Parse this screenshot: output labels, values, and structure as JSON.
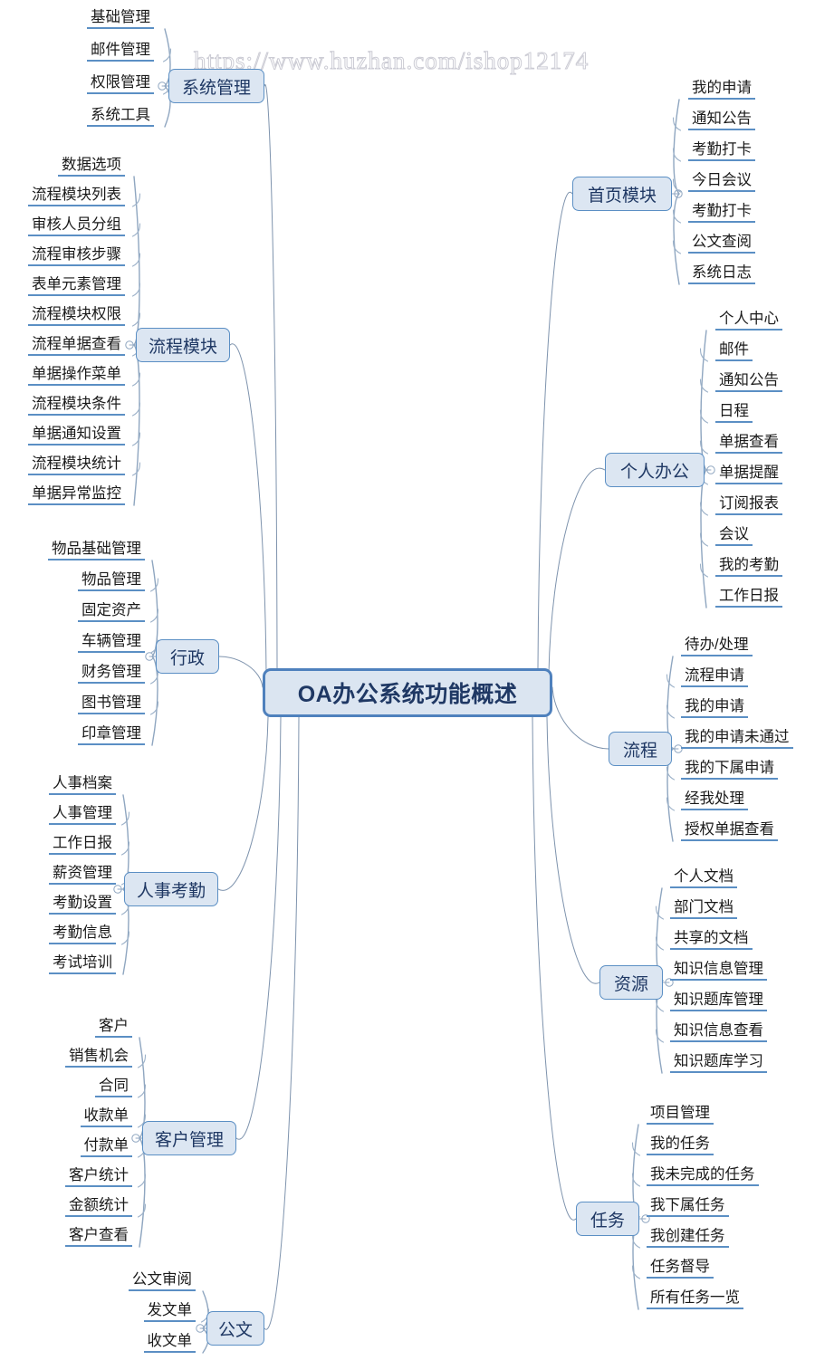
{
  "watermark": "https://www.huzhan.com/ishop12174",
  "center": {
    "label": "OA办公系统功能概述"
  },
  "colors": {
    "node_fill": "#dce6f2",
    "node_border": "#5b8fc4",
    "center_fill": "#dbe5f1",
    "center_border": "#4f81bd",
    "text": "#1f3864",
    "leaf_underline": "#5b8fc4",
    "connector": "#6f86a6",
    "background": "#ffffff"
  },
  "branches": [
    {
      "id": "system-management",
      "label": "系统管理",
      "side": "left",
      "items": [
        "基础管理",
        "邮件管理",
        "权限管理",
        "系统工具"
      ]
    },
    {
      "id": "process-module",
      "label": "流程模块",
      "side": "left",
      "items": [
        "数据选项",
        "流程模块列表",
        "审核人员分组",
        "流程审核步骤",
        "表单元素管理",
        "流程模块权限",
        "流程单据查看",
        "单据操作菜单",
        "流程模块条件",
        "单据通知设置",
        "流程模块统计",
        "单据异常监控"
      ]
    },
    {
      "id": "administration",
      "label": "行政",
      "side": "left",
      "items": [
        "物品基础管理",
        "物品管理",
        "固定资产",
        "车辆管理",
        "财务管理",
        "图书管理",
        "印章管理"
      ]
    },
    {
      "id": "hr-attendance",
      "label": "人事考勤",
      "side": "left",
      "items": [
        "人事档案",
        "人事管理",
        "工作日报",
        "薪资管理",
        "考勤设置",
        "考勤信息",
        "考试培训"
      ]
    },
    {
      "id": "customer-management",
      "label": "客户管理",
      "side": "left",
      "items": [
        "客户",
        "销售机会",
        "合同",
        "收款单",
        "付款单",
        "客户统计",
        "金额统计",
        "客户查看"
      ]
    },
    {
      "id": "official-document",
      "label": "公文",
      "side": "left",
      "items": [
        "公文审阅",
        "发文单",
        "收文单"
      ]
    },
    {
      "id": "home-module",
      "label": "首页模块",
      "side": "right",
      "items": [
        "我的申请",
        "通知公告",
        "考勤打卡",
        "今日会议",
        "考勤打卡",
        "公文查阅",
        "系统日志"
      ]
    },
    {
      "id": "personal-office",
      "label": "个人办公",
      "side": "right",
      "items": [
        "个人中心",
        "邮件",
        "通知公告",
        "日程",
        "单据查看",
        "单据提醒",
        "订阅报表",
        "会议",
        "我的考勤",
        "工作日报"
      ]
    },
    {
      "id": "process",
      "label": "流程",
      "side": "right",
      "items": [
        "待办/处理",
        "流程申请",
        "我的申请",
        "我的申请未通过",
        "我的下属申请",
        "经我处理",
        "授权单据查看"
      ]
    },
    {
      "id": "resources",
      "label": "资源",
      "side": "right",
      "items": [
        "个人文档",
        "部门文档",
        "共享的文档",
        "知识信息管理",
        "知识题库管理",
        "知识信息查看",
        "知识题库学习"
      ]
    },
    {
      "id": "tasks",
      "label": "任务",
      "side": "right",
      "items": [
        "项目管理",
        "我的任务",
        "我未完成的任务",
        "我下属任务",
        "我创建任务",
        "任务督导",
        "所有任务一览"
      ]
    }
  ]
}
